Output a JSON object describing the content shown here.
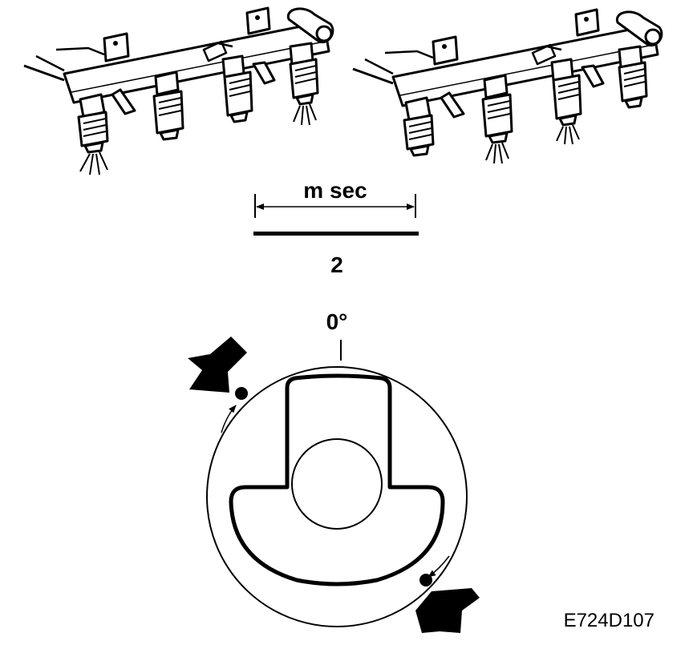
{
  "timing": {
    "unit_label": "m sec",
    "value_label": "2"
  },
  "rotor": {
    "angle_label": "0°"
  },
  "figure": {
    "code": "E724D107"
  },
  "colors": {
    "ink": "#000000",
    "paper": "#ffffff"
  }
}
